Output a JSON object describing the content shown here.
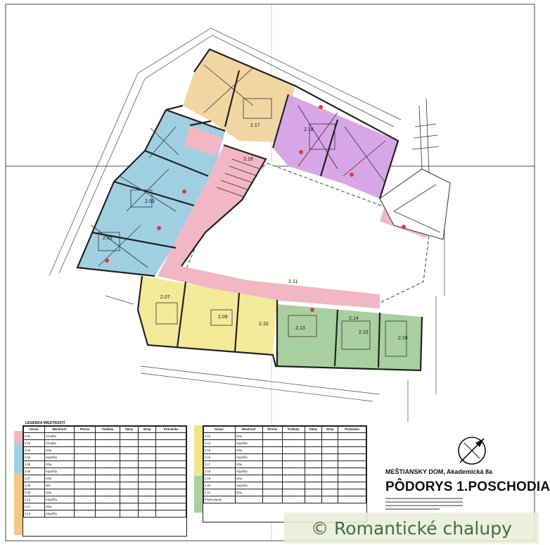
{
  "title": {
    "subtitle": "MEŠTIANSKY DOM, Akademická 8a",
    "main": "PÔDORYS 1.POSCHODIA"
  },
  "legend_title": "LEGENDA MIESTNOSTÍ",
  "watermark": "© Romantické chalupy",
  "colors": {
    "pink": "#f3b6c4",
    "blue": "#9fd0e2",
    "violet": "#d8a6e6",
    "orange": "#f1d6a2",
    "yellow": "#f3ea98",
    "green": "#a9cfa0",
    "legend_blue": "#9fd0e2",
    "legend_orange": "#f1c88a",
    "legend_yellow": "#f1e48a"
  },
  "rooms": [
    {
      "id": "2.03",
      "label": "2.03"
    },
    {
      "id": "2.05",
      "label": "2.05"
    },
    {
      "id": "2.07",
      "label": "2.07"
    },
    {
      "id": "2.09",
      "label": "2.09"
    },
    {
      "id": "2.10",
      "label": "2.10"
    },
    {
      "id": "2.11",
      "label": "2.11"
    },
    {
      "id": "2.13",
      "label": "2.13"
    },
    {
      "id": "2.14",
      "label": "2.14"
    },
    {
      "id": "2.15",
      "label": "2.15"
    },
    {
      "id": "2.16",
      "label": "2.16"
    },
    {
      "id": "2.17",
      "label": "2.17"
    },
    {
      "id": "2.18",
      "label": "2.18"
    },
    {
      "id": "2.19",
      "label": "2.19"
    }
  ],
  "legend_left": {
    "headers": [
      "Označ.",
      "Miestnosť",
      "Plocha",
      "Podlaha",
      "Steny",
      "Strop",
      "Poznámka"
    ],
    "rows": [
      [
        "2.01",
        "Chodba",
        "",
        "",
        "",
        "",
        ""
      ],
      [
        "2.02",
        "Chodba",
        "",
        "",
        "",
        "",
        ""
      ],
      [
        "2.03",
        "Izba",
        "",
        "",
        "",
        "",
        ""
      ],
      [
        "2.04",
        "Kúpeľňa",
        "",
        "",
        "",
        "",
        ""
      ],
      [
        "2.05",
        "Izba",
        "",
        "",
        "",
        "",
        ""
      ],
      [
        "2.06",
        "Kúpeľňa",
        "",
        "",
        "",
        "",
        ""
      ],
      [
        "2.07",
        "Izba",
        "",
        "",
        "",
        "",
        ""
      ],
      [
        "2.08",
        "WC",
        "",
        "",
        "",
        "",
        ""
      ],
      [
        "2.09",
        "Izba",
        "",
        "",
        "",
        "",
        ""
      ],
      [
        "2.10",
        "Kúpeľňa",
        "",
        "",
        "",
        "",
        ""
      ],
      [
        "2.11",
        "Izba",
        "",
        "",
        "",
        "",
        ""
      ],
      [
        "2.12",
        "Kúpeľňa",
        "",
        "",
        "",
        "",
        ""
      ]
    ]
  },
  "legend_right": {
    "headers": [
      "Označ.",
      "Miestnosť",
      "Plocha",
      "Podlaha",
      "Steny",
      "Strop",
      "Poznámka"
    ],
    "rows": [
      [
        "2.13",
        "Izba",
        "",
        "",
        "",
        "",
        ""
      ],
      [
        "2.14",
        "Kúpeľňa",
        "",
        "",
        "",
        "",
        ""
      ],
      [
        "2.15",
        "Izba",
        "",
        "",
        "",
        "",
        ""
      ],
      [
        "2.16",
        "Kúpeľňa",
        "",
        "",
        "",
        "",
        ""
      ],
      [
        "2.17",
        "Izba",
        "",
        "",
        "",
        "",
        ""
      ],
      [
        "2.18",
        "Kúpeľňa",
        "",
        "",
        "",
        "",
        ""
      ],
      [
        "2.19",
        "Izba",
        "",
        "",
        "",
        "",
        ""
      ],
      [
        "2.20",
        "Kúpeľňa",
        "",
        "",
        "",
        "",
        ""
      ],
      [
        "2.21",
        "Izba",
        "",
        "",
        "",
        "",
        ""
      ],
      [
        "Plocha spolu",
        "",
        "",
        "",
        "",
        "",
        ""
      ]
    ]
  }
}
